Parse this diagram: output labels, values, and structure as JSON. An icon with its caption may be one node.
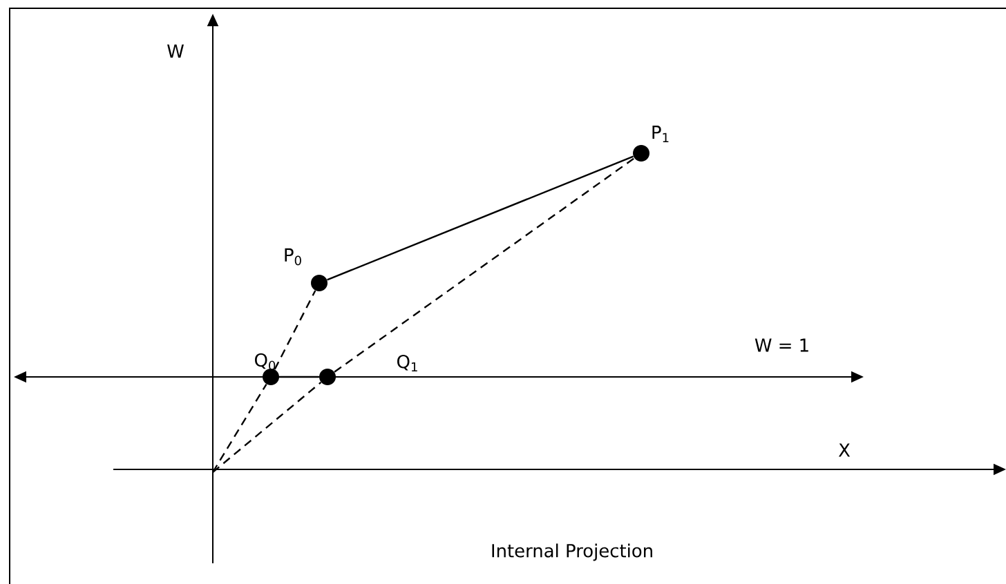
{
  "diagram": {
    "caption": "Internal Projection",
    "nodes": [
      {
        "text": [],
        "shape": "circle",
        "beside": [
          "P$_{0}$"
        ]
      },
      {
        "text": [],
        "shape": "circle",
        "beside": [
          "P$_{1}$"
        ]
      },
      {
        "text": [],
        "shape": "circle",
        "beside": [
          "Q$_{0}$"
        ]
      },
      {
        "text": [],
        "shape": "circle",
        "beside": [
          "Q$_{1}$"
        ]
      }
    ],
    "edges": [
      {
        "from": 0,
        "to": 1,
        "arrow": "none"
      },
      {
        "from": 2,
        "to": 3,
        "arrow": "none"
      },
      {
        "from": null,
        "to": 2,
        "arrow": "none",
        "style": "dashed"
      },
      {
        "from": 2,
        "to": 0,
        "arrow": "none",
        "style": "dashed"
      },
      {
        "from": null,
        "to": 3,
        "arrow": "none",
        "style": "dashed"
      },
      {
        "from": 3,
        "to": 1,
        "arrow": "none",
        "style": "dashed"
      }
    ],
    "labels": [
      "W",
      "W = 1",
      "X"
    ]
  }
}
